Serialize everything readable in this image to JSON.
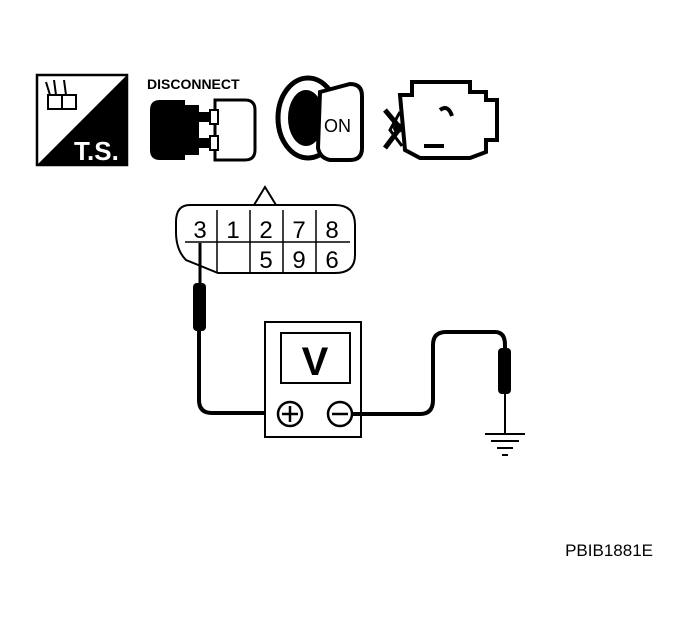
{
  "icons": {
    "ts_label": "T.S.",
    "disconnect_label": "DISCONNECT",
    "ignition_label": "ON"
  },
  "connector": {
    "top_row": [
      "3",
      "1",
      "2",
      "7",
      "8"
    ],
    "bottom_row": [
      "",
      "",
      "5",
      "9",
      "6"
    ]
  },
  "meter": {
    "display": "V",
    "positive_symbol": "+",
    "negative_symbol": "−"
  },
  "figure_id": "PBIB1881E",
  "colors": {
    "line": "#000000",
    "fill_dark": "#000000",
    "background": "#ffffff"
  }
}
